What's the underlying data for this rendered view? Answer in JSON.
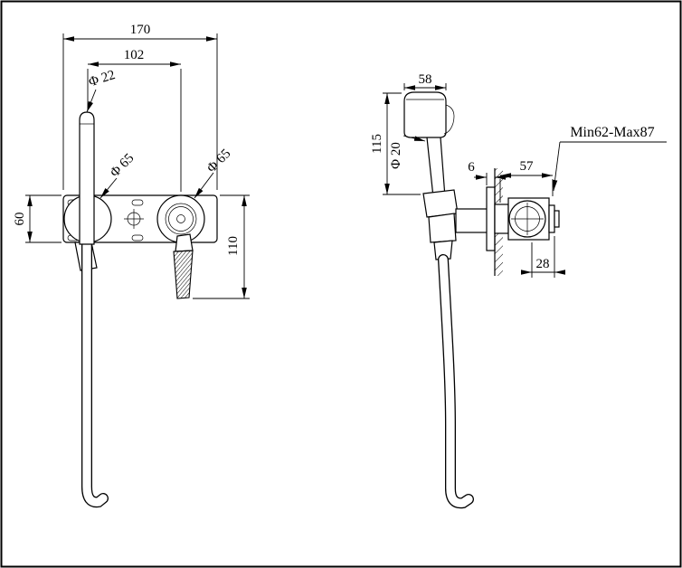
{
  "drawing": {
    "front_view": {
      "overall_width": "170",
      "hole_spacing": "102",
      "sprayer_diameter": "Φ 22",
      "left_escutcheon_diameter": "Φ 65",
      "right_escutcheon_diameter": "Φ 65",
      "plate_height": "60",
      "handle_length": "110"
    },
    "side_view": {
      "head_width": "58",
      "head_to_holder": "115",
      "hose_diameter": "Φ 20",
      "wall_gap": "6",
      "valve_width": "57",
      "install_depth_range": "Min62-Max87",
      "valve_offset": "28"
    }
  }
}
